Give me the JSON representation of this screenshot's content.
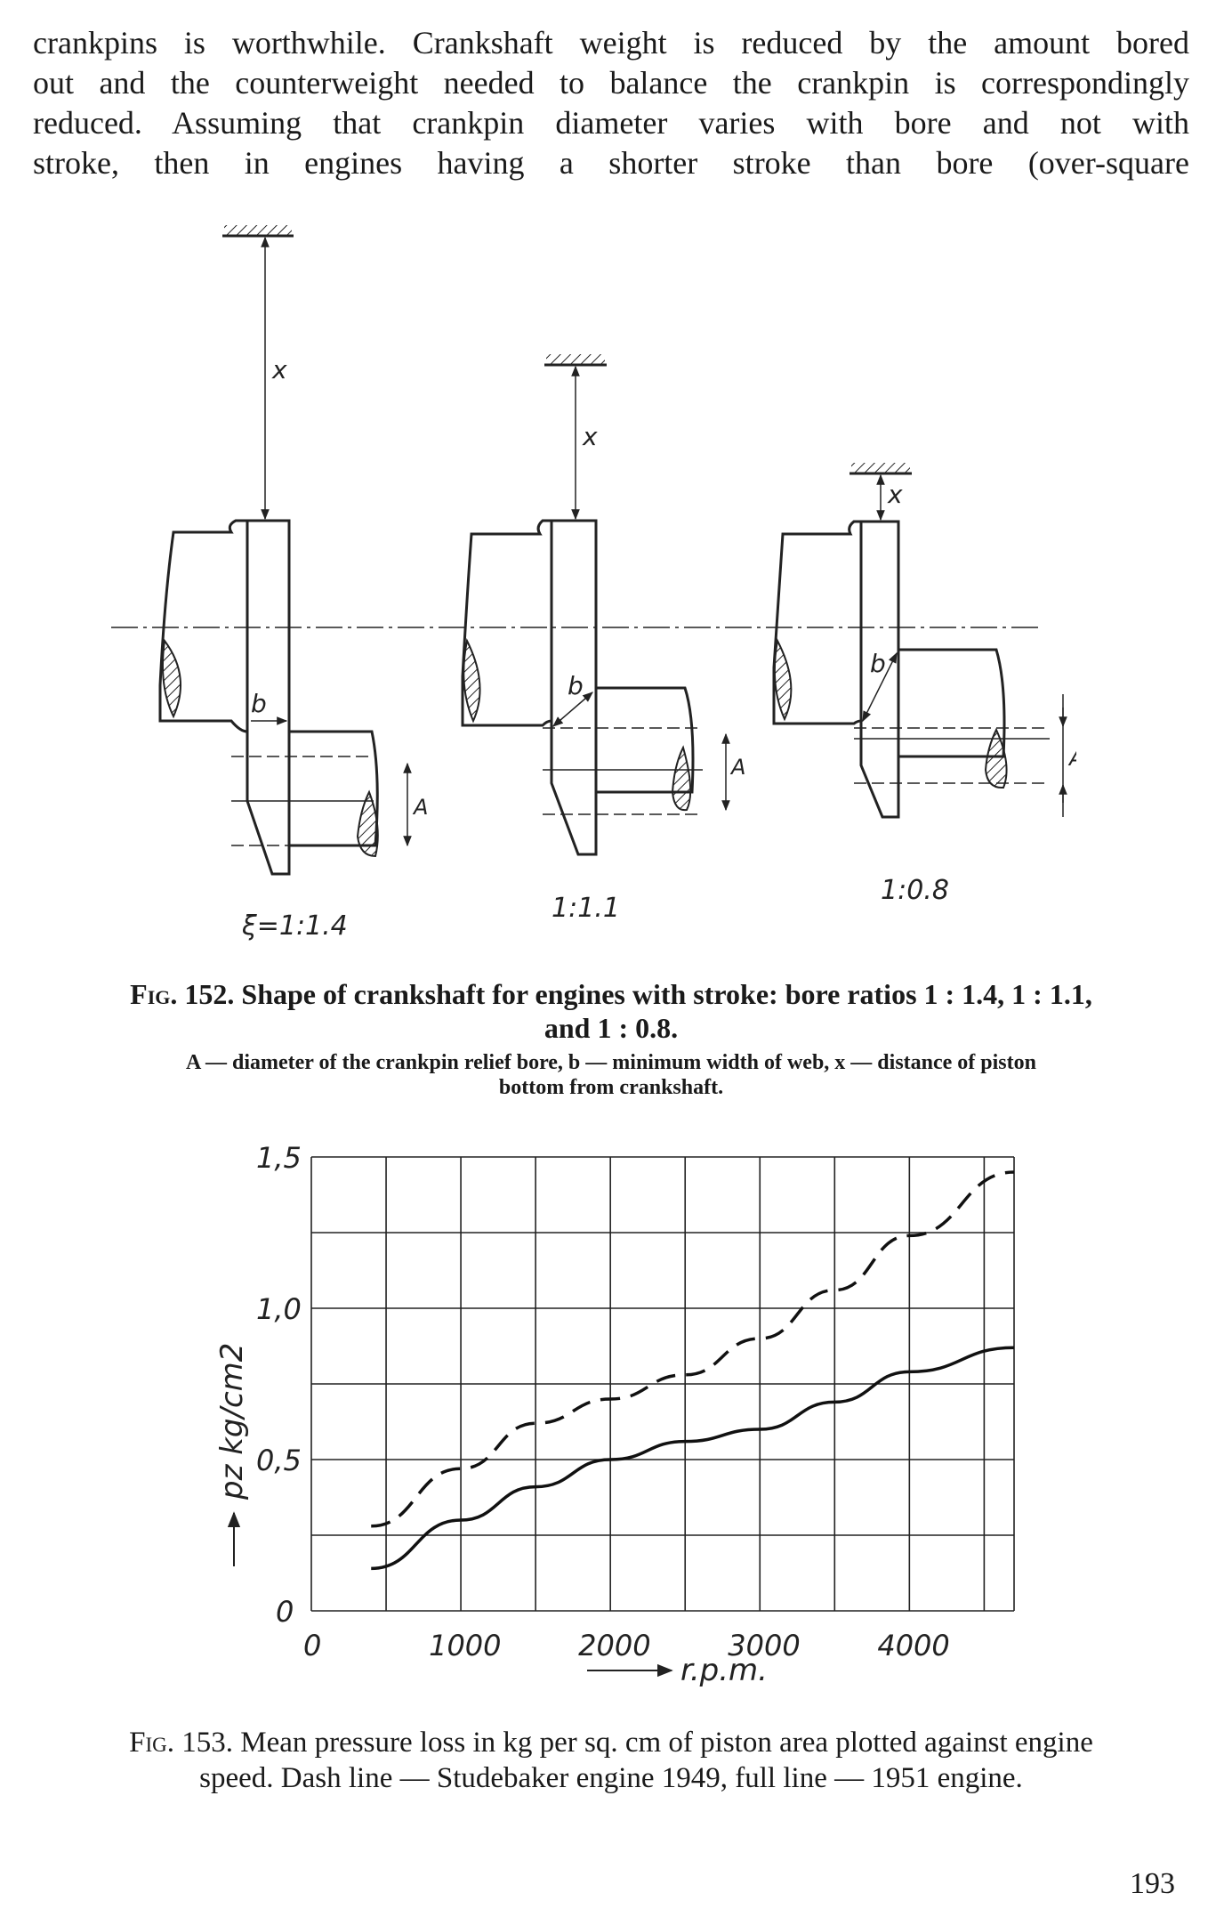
{
  "intro_lines": [
    "crankpins is worthwhile. Crankshaft weight is reduced by the amount bored",
    "out and the counterweight needed to balance the crankpin is correspondingly",
    "reduced. Assuming that crankpin diameter varies with bore and not with",
    "stroke, then in engines having a shorter stroke than bore (over-square"
  ],
  "fig152": {
    "labels": {
      "x": "x",
      "b": "b",
      "A": "A"
    },
    "ratios": [
      "ξ=1:1.4",
      "1:1.1",
      "1:0.8"
    ],
    "caption_prefix": "Fig.",
    "caption": "152. Shape of crankshaft for engines with stroke: bore ratios 1 : 1.4, 1 : 1.1,",
    "caption_line2": "and 1 : 0.8.",
    "legend_line1": "A — diameter of the crankpin relief bore, b — minimum width of web, x — distance of piston",
    "legend_line2": "bottom from crankshaft."
  },
  "chart_data": {
    "type": "line",
    "title": "",
    "xlabel": "r.p.m.",
    "ylabel": "pz kg/cm2",
    "xlim": [
      0,
      4700
    ],
    "ylim": [
      0,
      1.5
    ],
    "x_ticks": [
      "0",
      "1000",
      "2000",
      "3000",
      "4000"
    ],
    "y_ticks": [
      "0",
      "0,5",
      "1,0",
      "1,5"
    ],
    "grid": true,
    "series": [
      {
        "style": "dashed",
        "x": [
          400,
          1000,
          1500,
          2000,
          2500,
          3000,
          3500,
          4000,
          4700
        ],
        "y": [
          0.28,
          0.47,
          0.62,
          0.7,
          0.78,
          0.9,
          1.06,
          1.24,
          1.45
        ]
      },
      {
        "style": "solid",
        "x": [
          400,
          1000,
          1500,
          2000,
          2500,
          3000,
          3500,
          4000,
          4700
        ],
        "y": [
          0.14,
          0.3,
          0.41,
          0.5,
          0.56,
          0.6,
          0.69,
          0.79,
          0.87
        ]
      }
    ]
  },
  "fig153": {
    "caption_prefix": "Fig.",
    "caption": "153. Mean pressure loss in kg per sq. cm of piston area plotted against engine",
    "caption_line2": "speed. Dash line — Studebaker engine 1949, full line — 1951 engine."
  },
  "page_number": "193"
}
